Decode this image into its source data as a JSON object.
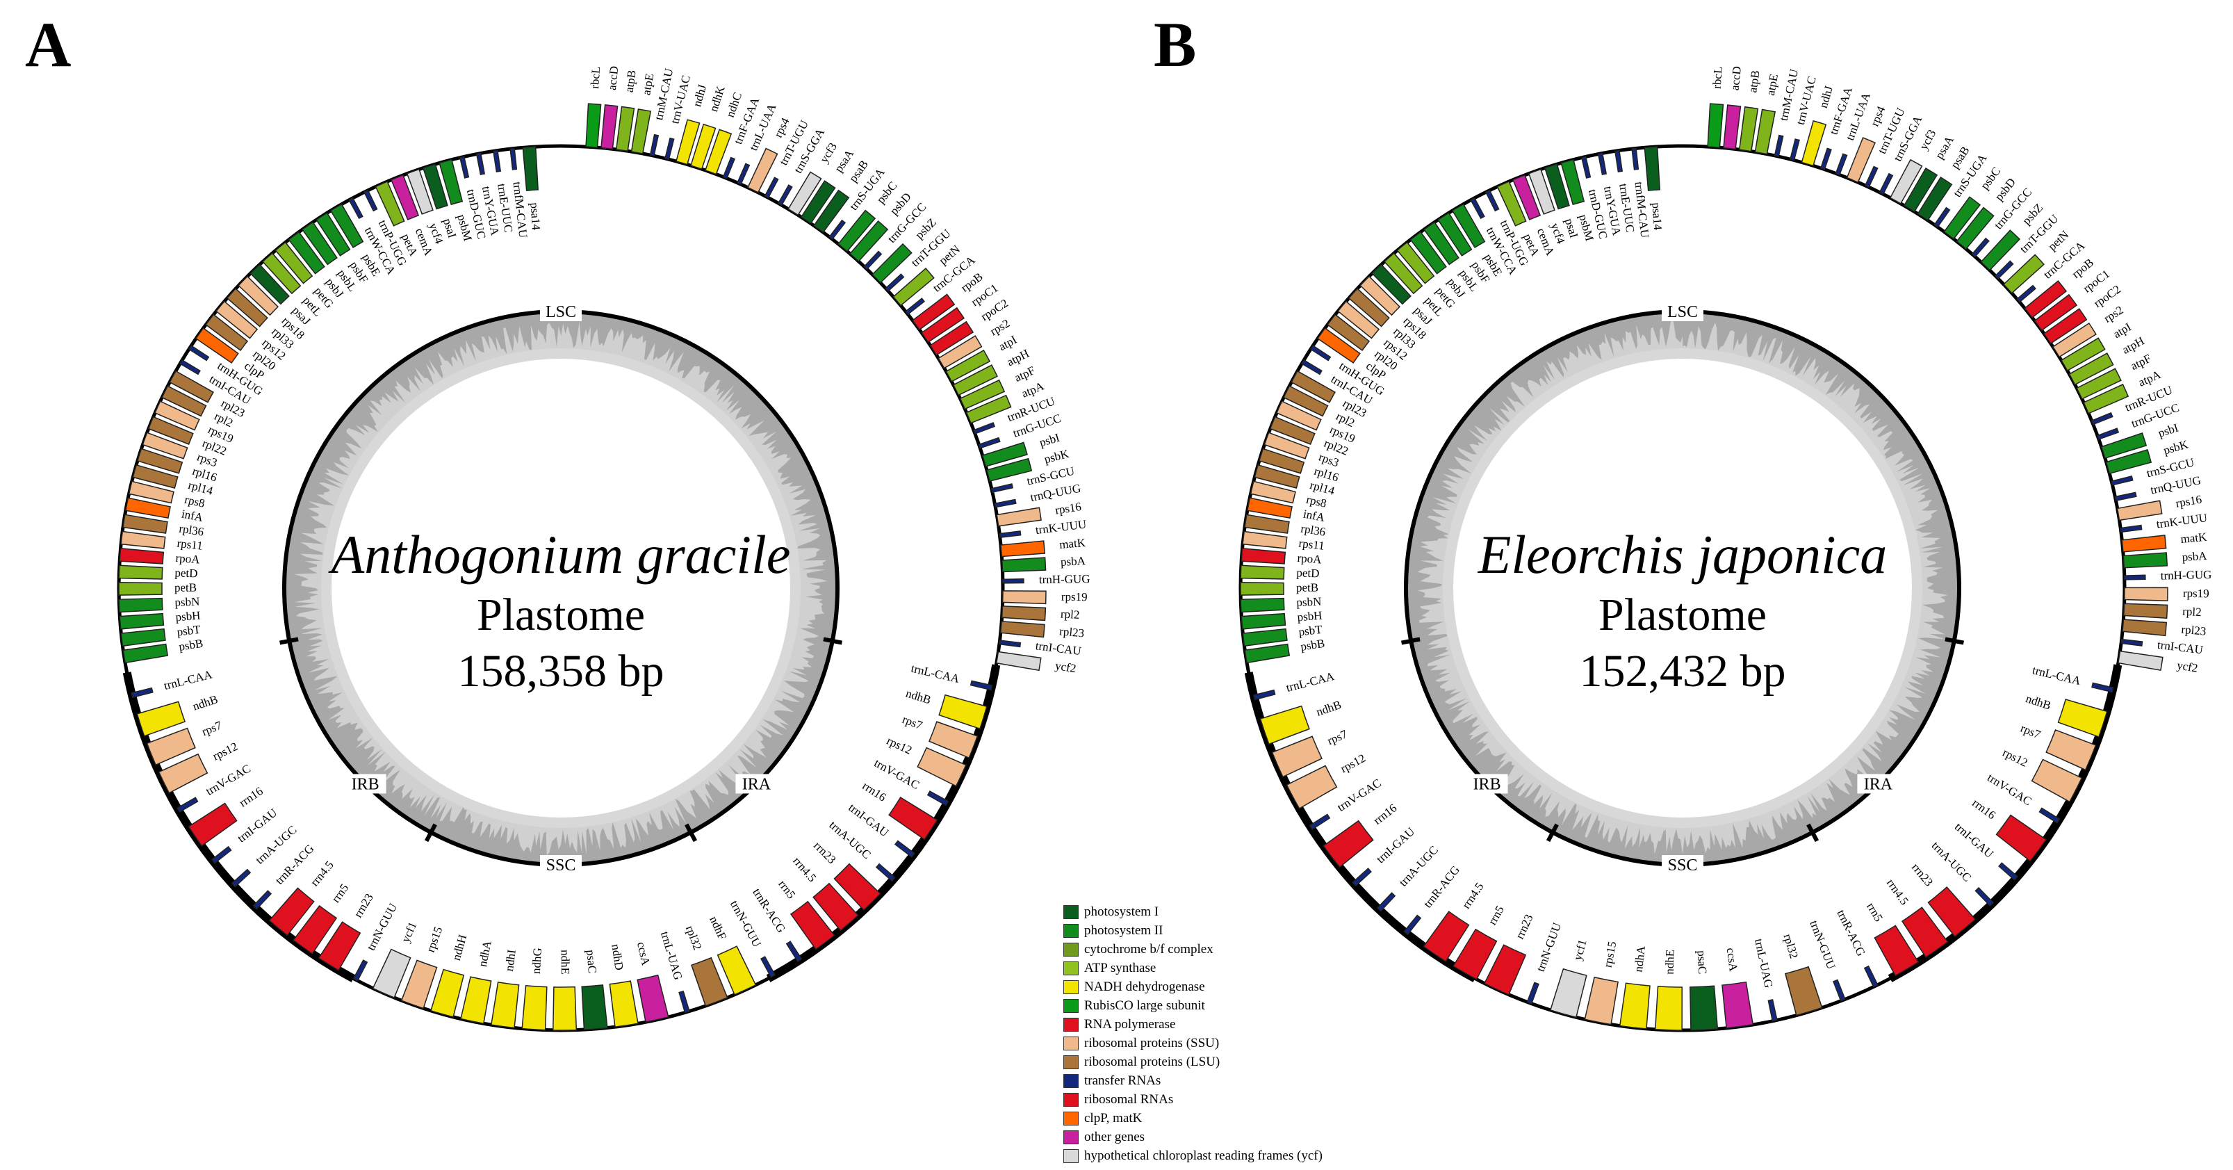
{
  "panels": [
    {
      "letter": "A",
      "species": "Anthogonium gracile",
      "subtitle": "Plastome",
      "size": "158,358 bp",
      "regions": [
        "LSC",
        "IRA",
        "SSC",
        "IRB"
      ],
      "genes_outside": [
        [
          "rbcL",
          "#0a9c18"
        ],
        [
          "accD",
          "#c8209e"
        ],
        [
          "atpB",
          "#7fb51b"
        ],
        [
          "atpE",
          "#7fb51b"
        ],
        [
          "trnM-CAU",
          "#13287c"
        ],
        [
          "trnV-UAC",
          "#13287c"
        ],
        [
          "ndhJ",
          "#f2e300"
        ],
        [
          "ndhK",
          "#f2e300"
        ],
        [
          "ndhC",
          "#f2e300"
        ],
        [
          "trnF-GAA",
          "#13287c"
        ],
        [
          "trnL-UAA",
          "#13287c"
        ],
        [
          "rps4",
          "#f0b98c"
        ],
        [
          "trnT-UGU",
          "#13287c"
        ],
        [
          "trnS-GGA",
          "#13287c"
        ],
        [
          "ycf3",
          "#d9d9d9"
        ],
        [
          "psaA",
          "#0a5f1e"
        ],
        [
          "psaB",
          "#0a5f1e"
        ],
        [
          "trnS-UGA",
          "#13287c"
        ],
        [
          "psbC",
          "#138c1e"
        ],
        [
          "psbD",
          "#138c1e"
        ],
        [
          "trnG-GCC",
          "#13287c"
        ],
        [
          "psbZ",
          "#138c1e"
        ],
        [
          "trnT-GGU",
          "#13287c"
        ],
        [
          "petN",
          "#7fb51b"
        ],
        [
          "trnC-GCA",
          "#13287c"
        ],
        [
          "rpoB",
          "#e0111e"
        ],
        [
          "rpoC1",
          "#e0111e"
        ],
        [
          "rpoC2",
          "#e0111e"
        ],
        [
          "rps2",
          "#f0b98c"
        ],
        [
          "atpI",
          "#7fb51b"
        ],
        [
          "atpH",
          "#7fb51b"
        ],
        [
          "atpF",
          "#7fb51b"
        ],
        [
          "atpA",
          "#7fb51b"
        ],
        [
          "trnR-UCU",
          "#13287c"
        ],
        [
          "trnG-UCC",
          "#13287c"
        ],
        [
          "psbI",
          "#138c1e"
        ],
        [
          "psbK",
          "#138c1e"
        ],
        [
          "trnS-GCU",
          "#13287c"
        ],
        [
          "trnQ-UUG",
          "#13287c"
        ],
        [
          "rps16",
          "#f0b98c"
        ],
        [
          "trnK-UUU",
          "#13287c"
        ],
        [
          "matK",
          "#ff6600"
        ],
        [
          "psbA",
          "#138c1e"
        ],
        [
          "trnH-GUG",
          "#13287c"
        ],
        [
          "rps19",
          "#f0b98c"
        ],
        [
          "rpl2",
          "#a9753a"
        ],
        [
          "rpl23",
          "#a9753a"
        ],
        [
          "trnI-CAU",
          "#13287c"
        ],
        [
          "ycf2",
          "#d9d9d9"
        ]
      ],
      "genes_inside": [
        [
          "psbB",
          "#138c1e"
        ],
        [
          "psbT",
          "#138c1e"
        ],
        [
          "psbH",
          "#138c1e"
        ],
        [
          "psbN",
          "#138c1e"
        ],
        [
          "petB",
          "#7fb51b"
        ],
        [
          "petD",
          "#7fb51b"
        ],
        [
          "rpoA",
          "#e0111e"
        ],
        [
          "rps11",
          "#f0b98c"
        ],
        [
          "rpl36",
          "#a9753a"
        ],
        [
          "infA",
          "#ff6600"
        ],
        [
          "rps8",
          "#f0b98c"
        ],
        [
          "rpl14",
          "#a9753a"
        ],
        [
          "rpl16",
          "#a9753a"
        ],
        [
          "rps3",
          "#f0b98c"
        ],
        [
          "rpl22",
          "#a9753a"
        ],
        [
          "rps19",
          "#f0b98c"
        ],
        [
          "rpl2",
          "#a9753a"
        ],
        [
          "rpl23",
          "#a9753a"
        ],
        [
          "trnI-CAU",
          "#13287c"
        ],
        [
          "trnH-GUG",
          "#13287c"
        ],
        [
          "clpP",
          "#ff6600"
        ],
        [
          "rpl20",
          "#a9753a"
        ],
        [
          "rps12",
          "#f0b98c"
        ],
        [
          "rpl33",
          "#a9753a"
        ],
        [
          "rps18",
          "#f0b98c"
        ],
        [
          "psaJ",
          "#0a5f1e"
        ],
        [
          "petL",
          "#7fb51b"
        ],
        [
          "petG",
          "#7fb51b"
        ],
        [
          "psbJ",
          "#138c1e"
        ],
        [
          "psbL",
          "#138c1e"
        ],
        [
          "psbF",
          "#138c1e"
        ],
        [
          "psbE",
          "#138c1e"
        ],
        [
          "trnW-CCA",
          "#13287c"
        ],
        [
          "trnP-UGG",
          "#13287c"
        ],
        [
          "petA",
          "#7fb51b"
        ],
        [
          "cemA",
          "#c8209e"
        ],
        [
          "ycf4",
          "#d9d9d9"
        ],
        [
          "psaI",
          "#0a5f1e"
        ],
        [
          "psbM",
          "#138c1e"
        ],
        [
          "trnD-GUC",
          "#13287c"
        ],
        [
          "trnY-GUA",
          "#13287c"
        ],
        [
          "trnE-UUC",
          "#13287c"
        ],
        [
          "trnfM-CAU",
          "#13287c"
        ],
        [
          "psa14",
          "#0a5f1e"
        ]
      ],
      "genes_bottom": [
        [
          "trnL-CAA",
          "#13287c"
        ],
        [
          "ndhB",
          "#f2e300"
        ],
        [
          "rps7",
          "#f0b98c"
        ],
        [
          "rps12",
          "#f0b98c"
        ],
        [
          "trnV-GAC",
          "#13287c"
        ],
        [
          "rrn16",
          "#e0111e"
        ],
        [
          "trnI-GAU",
          "#13287c"
        ],
        [
          "trnA-UGC",
          "#13287c"
        ],
        [
          "rrn23",
          "#e0111e"
        ],
        [
          "rrn4.5",
          "#e0111e"
        ],
        [
          "rrn5",
          "#e0111e"
        ],
        [
          "trnR-ACG",
          "#13287c"
        ],
        [
          "trnN-GUU",
          "#13287c"
        ],
        [
          "ndhF",
          "#f2e300"
        ],
        [
          "rpl32",
          "#a9753a"
        ],
        [
          "trnL-UAG",
          "#13287c"
        ],
        [
          "ccsA",
          "#c8209e"
        ],
        [
          "ndhD",
          "#f2e300"
        ],
        [
          "psaC",
          "#0a5f1e"
        ],
        [
          "ndhE",
          "#f2e300"
        ],
        [
          "ndhG",
          "#f2e300"
        ],
        [
          "ndhI",
          "#f2e300"
        ],
        [
          "ndhA",
          "#f2e300"
        ],
        [
          "ndhH",
          "#f2e300"
        ],
        [
          "rps15",
          "#f0b98c"
        ],
        [
          "ycf1",
          "#d9d9d9"
        ],
        [
          "trnN-GUU",
          "#13287c"
        ],
        [
          "rrn23",
          "#e0111e"
        ],
        [
          "rrn5",
          "#e0111e"
        ],
        [
          "rrn4.5",
          "#e0111e"
        ],
        [
          "trnR-ACG",
          "#13287c"
        ],
        [
          "trnA-UGC",
          "#13287c"
        ],
        [
          "trnI-GAU",
          "#13287c"
        ],
        [
          "rrn16",
          "#e0111e"
        ],
        [
          "trnV-GAC",
          "#13287c"
        ],
        [
          "rps12",
          "#f0b98c"
        ],
        [
          "rps7",
          "#f0b98c"
        ],
        [
          "ndhB",
          "#f2e300"
        ],
        [
          "trnL-CAA",
          "#13287c"
        ]
      ]
    },
    {
      "letter": "B",
      "species": "Eleorchis japonica",
      "subtitle": "Plastome",
      "size": "152,432 bp",
      "regions": [
        "LSC",
        "IRA",
        "SSC",
        "IRB"
      ],
      "genes_outside": [
        [
          "rbcL",
          "#0a9c18"
        ],
        [
          "accD",
          "#c8209e"
        ],
        [
          "atpB",
          "#7fb51b"
        ],
        [
          "atpE",
          "#7fb51b"
        ],
        [
          "trnM-CAU",
          "#13287c"
        ],
        [
          "trnV-UAC",
          "#13287c"
        ],
        [
          "ndhJ",
          "#f2e300"
        ],
        [
          "trnF-GAA",
          "#13287c"
        ],
        [
          "trnL-UAA",
          "#13287c"
        ],
        [
          "rps4",
          "#f0b98c"
        ],
        [
          "trnT-UGU",
          "#13287c"
        ],
        [
          "trnS-GGA",
          "#13287c"
        ],
        [
          "ycf3",
          "#d9d9d9"
        ],
        [
          "psaA",
          "#0a5f1e"
        ],
        [
          "psaB",
          "#0a5f1e"
        ],
        [
          "trnS-UGA",
          "#13287c"
        ],
        [
          "psbC",
          "#138c1e"
        ],
        [
          "psbD",
          "#138c1e"
        ],
        [
          "trnG-GCC",
          "#13287c"
        ],
        [
          "psbZ",
          "#138c1e"
        ],
        [
          "trnT-GGU",
          "#13287c"
        ],
        [
          "petN",
          "#7fb51b"
        ],
        [
          "trnC-GCA",
          "#13287c"
        ],
        [
          "rpoB",
          "#e0111e"
        ],
        [
          "rpoC1",
          "#e0111e"
        ],
        [
          "rpoC2",
          "#e0111e"
        ],
        [
          "rps2",
          "#f0b98c"
        ],
        [
          "atpI",
          "#7fb51b"
        ],
        [
          "atpH",
          "#7fb51b"
        ],
        [
          "atpF",
          "#7fb51b"
        ],
        [
          "atpA",
          "#7fb51b"
        ],
        [
          "trnR-UCU",
          "#13287c"
        ],
        [
          "trnG-UCC",
          "#13287c"
        ],
        [
          "psbI",
          "#138c1e"
        ],
        [
          "psbK",
          "#138c1e"
        ],
        [
          "trnS-GCU",
          "#13287c"
        ],
        [
          "trnQ-UUG",
          "#13287c"
        ],
        [
          "rps16",
          "#f0b98c"
        ],
        [
          "trnK-UUU",
          "#13287c"
        ],
        [
          "matK",
          "#ff6600"
        ],
        [
          "psbA",
          "#138c1e"
        ],
        [
          "trnH-GUG",
          "#13287c"
        ],
        [
          "rps19",
          "#f0b98c"
        ],
        [
          "rpl2",
          "#a9753a"
        ],
        [
          "rpl23",
          "#a9753a"
        ],
        [
          "trnI-CAU",
          "#13287c"
        ],
        [
          "ycf2",
          "#d9d9d9"
        ]
      ],
      "genes_inside": [
        [
          "psbB",
          "#138c1e"
        ],
        [
          "psbT",
          "#138c1e"
        ],
        [
          "psbH",
          "#138c1e"
        ],
        [
          "psbN",
          "#138c1e"
        ],
        [
          "petB",
          "#7fb51b"
        ],
        [
          "petD",
          "#7fb51b"
        ],
        [
          "rpoA",
          "#e0111e"
        ],
        [
          "rps11",
          "#f0b98c"
        ],
        [
          "rpl36",
          "#a9753a"
        ],
        [
          "infA",
          "#ff6600"
        ],
        [
          "rps8",
          "#f0b98c"
        ],
        [
          "rpl14",
          "#a9753a"
        ],
        [
          "rpl16",
          "#a9753a"
        ],
        [
          "rps3",
          "#f0b98c"
        ],
        [
          "rpl22",
          "#a9753a"
        ],
        [
          "rps19",
          "#f0b98c"
        ],
        [
          "rpl2",
          "#a9753a"
        ],
        [
          "rpl23",
          "#a9753a"
        ],
        [
          "trnI-CAU",
          "#13287c"
        ],
        [
          "trnH-GUG",
          "#13287c"
        ],
        [
          "clpP",
          "#ff6600"
        ],
        [
          "rpl20",
          "#a9753a"
        ],
        [
          "rps12",
          "#f0b98c"
        ],
        [
          "rpl33",
          "#a9753a"
        ],
        [
          "rps18",
          "#f0b98c"
        ],
        [
          "psaJ",
          "#0a5f1e"
        ],
        [
          "petL",
          "#7fb51b"
        ],
        [
          "petG",
          "#7fb51b"
        ],
        [
          "psbJ",
          "#138c1e"
        ],
        [
          "psbL",
          "#138c1e"
        ],
        [
          "psbF",
          "#138c1e"
        ],
        [
          "psbE",
          "#138c1e"
        ],
        [
          "trnW-CCA",
          "#13287c"
        ],
        [
          "trnP-UGG",
          "#13287c"
        ],
        [
          "petA",
          "#7fb51b"
        ],
        [
          "cemA",
          "#c8209e"
        ],
        [
          "ycf4",
          "#d9d9d9"
        ],
        [
          "psaI",
          "#0a5f1e"
        ],
        [
          "psbM",
          "#138c1e"
        ],
        [
          "trnD-GUC",
          "#13287c"
        ],
        [
          "trnY-GUA",
          "#13287c"
        ],
        [
          "trnE-UUC",
          "#13287c"
        ],
        [
          "trnfM-CAU",
          "#13287c"
        ],
        [
          "psa14",
          "#0a5f1e"
        ]
      ],
      "genes_bottom": [
        [
          "trnL-CAA",
          "#13287c"
        ],
        [
          "ndhB",
          "#f2e300"
        ],
        [
          "rps7",
          "#f0b98c"
        ],
        [
          "rps12",
          "#f0b98c"
        ],
        [
          "trnV-GAC",
          "#13287c"
        ],
        [
          "rrn16",
          "#e0111e"
        ],
        [
          "trnI-GAU",
          "#13287c"
        ],
        [
          "trnA-UGC",
          "#13287c"
        ],
        [
          "rrn23",
          "#e0111e"
        ],
        [
          "rrn4.5",
          "#e0111e"
        ],
        [
          "rrn5",
          "#e0111e"
        ],
        [
          "trnR-ACG",
          "#13287c"
        ],
        [
          "trnN-GUU",
          "#13287c"
        ],
        [
          "rpl32",
          "#a9753a"
        ],
        [
          "trnL-UAG",
          "#13287c"
        ],
        [
          "ccsA",
          "#c8209e"
        ],
        [
          "psaC",
          "#0a5f1e"
        ],
        [
          "ndhE",
          "#f2e300"
        ],
        [
          "ndhA",
          "#f2e300"
        ],
        [
          "rps15",
          "#f0b98c"
        ],
        [
          "ycf1",
          "#d9d9d9"
        ],
        [
          "trnN-GUU",
          "#13287c"
        ],
        [
          "rrn23",
          "#e0111e"
        ],
        [
          "rrn5",
          "#e0111e"
        ],
        [
          "rrn4.5",
          "#e0111e"
        ],
        [
          "trnR-ACG",
          "#13287c"
        ],
        [
          "trnA-UGC",
          "#13287c"
        ],
        [
          "trnI-GAU",
          "#13287c"
        ],
        [
          "rrn16",
          "#e0111e"
        ],
        [
          "trnV-GAC",
          "#13287c"
        ],
        [
          "rps12",
          "#f0b98c"
        ],
        [
          "rps7",
          "#f0b98c"
        ],
        [
          "ndhB",
          "#f2e300"
        ],
        [
          "trnL-CAA",
          "#13287c"
        ]
      ]
    }
  ],
  "legend": [
    {
      "label": "photosystem I",
      "color": "#0a5f1e"
    },
    {
      "label": "photosystem II",
      "color": "#138c1e"
    },
    {
      "label": "cytochrome b/f complex",
      "color": "#6f9a1a"
    },
    {
      "label": "ATP synthase",
      "color": "#8fc21f"
    },
    {
      "label": "NADH dehydrogenase",
      "color": "#f2e300"
    },
    {
      "label": "RubisCO large subunit",
      "color": "#0a9c18"
    },
    {
      "label": "RNA polymerase",
      "color": "#e0111e"
    },
    {
      "label": "ribosomal proteins (SSU)",
      "color": "#f0b98c"
    },
    {
      "label": "ribosomal proteins (LSU)",
      "color": "#a9753a"
    },
    {
      "label": "transfer RNAs",
      "color": "#13287c"
    },
    {
      "label": "ribosomal RNAs",
      "color": "#e0111e"
    },
    {
      "label": "clpP, matK",
      "color": "#ff6600"
    },
    {
      "label": "other genes",
      "color": "#c8209e"
    },
    {
      "label": "hypothetical chloroplast reading frames (ycf)",
      "color": "#d9d9d9"
    }
  ]
}
